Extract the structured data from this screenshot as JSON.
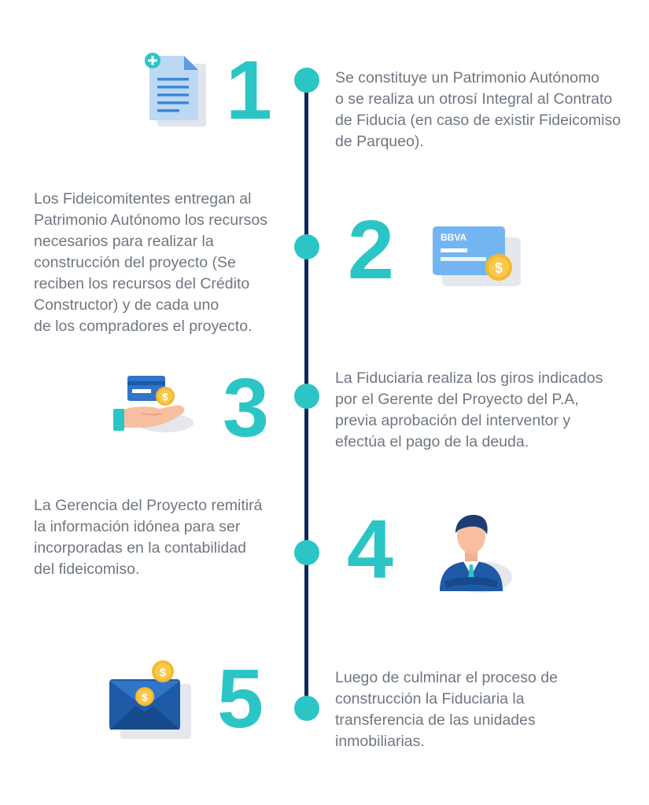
{
  "colors": {
    "accent": "#2cc5c5",
    "timeline": "#0b2a5b",
    "text": "#6f7782"
  },
  "steps": [
    {
      "number": "1",
      "icon": "document-add-icon",
      "lines": [
        "Se constituye un Patrimonio Autónomo",
        "o se realiza un otrosí Integral al Contrato",
        "de Fiducia (en caso de existir Fideicomiso",
        "de Parqueo)."
      ]
    },
    {
      "number": "2",
      "icon": "bank-card-coin-icon",
      "card_brand": "BBVA",
      "lines": [
        "Los Fideicomitentes entregan al",
        "Patrimonio Autónomo los recursos",
        "necesarios para realizar la",
        "construcción del proyecto (Se",
        "reciben los recursos del Crédito",
        "Constructor) y de cada uno",
        "de los compradores el proyecto."
      ]
    },
    {
      "number": "3",
      "icon": "hand-card-coin-icon",
      "lines": [
        "La Fiduciaria realiza los giros indicados",
        "por el Gerente del Proyecto del P.A,",
        "previa aprobación del interventor y",
        "efectúa el pago de la deuda."
      ]
    },
    {
      "number": "4",
      "icon": "businessman-icon",
      "lines": [
        "La Gerencia del Proyecto remitirá",
        "la información idónea para ser",
        "incorporadas en la contabilidad",
        "del fideicomiso."
      ]
    },
    {
      "number": "5",
      "icon": "envelope-coins-icon",
      "lines": [
        "Luego de culminar el proceso de",
        "construcción la Fiduciaria  la",
        "transferencia de las unidades",
        "inmobiliarias."
      ]
    }
  ]
}
